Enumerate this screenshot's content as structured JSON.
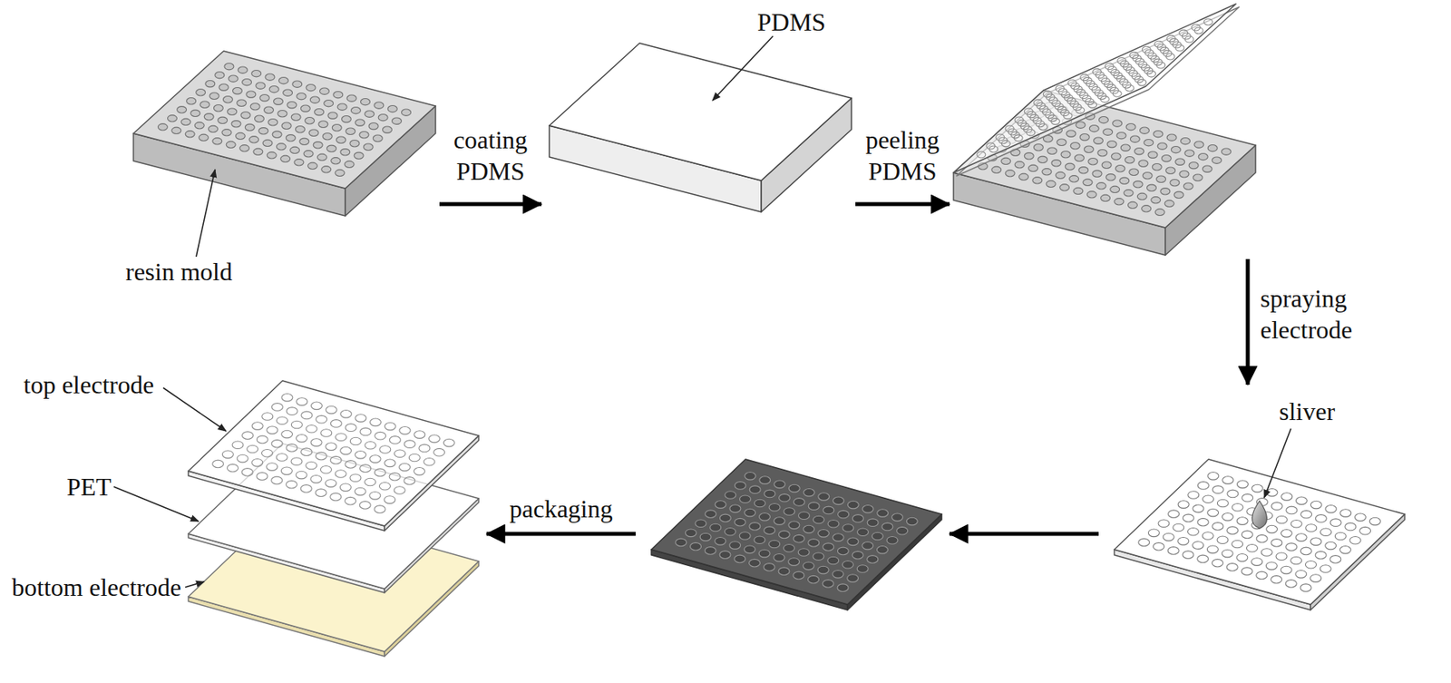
{
  "diagram": {
    "nodes": [
      {
        "text": [
          "resin mold"
        ]
      },
      {
        "text": [
          "PDMS"
        ]
      },
      {
        "text": []
      },
      {
        "text": [
          "sliver"
        ]
      },
      {
        "text": []
      },
      {
        "text": [
          "top electrode",
          "PET",
          "bottom electrode"
        ]
      }
    ],
    "edges": [
      {
        "from": 0,
        "to": 1,
        "label": "coating PDMS",
        "arrow": "to"
      },
      {
        "from": 1,
        "to": 2,
        "label": "peeling PDMS",
        "arrow": "to"
      },
      {
        "from": 2,
        "to": 3,
        "label": "spraying electrode",
        "arrow": "to"
      },
      {
        "from": 3,
        "to": 4,
        "arrow": "to"
      },
      {
        "from": 4,
        "to": 5,
        "label": "packaging",
        "arrow": "to"
      }
    ]
  }
}
